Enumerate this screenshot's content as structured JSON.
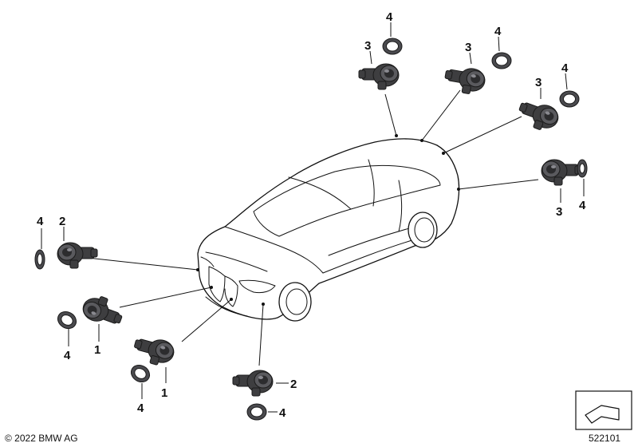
{
  "diagram": {
    "callouts": {
      "rear_sensor_left": "3",
      "rear_sensor_left_ring": "4",
      "rear_sensor_mid": "3",
      "rear_sensor_mid_ring": "4",
      "rear_sensor_right": "3",
      "rear_sensor_right_ring": "4",
      "rear_sensor_side": "3",
      "rear_sensor_side_ring": "4",
      "front_side_sensor": "2",
      "front_side_sensor_ring": "4",
      "front_sensor_a": "1",
      "front_sensor_a_ring": "4",
      "front_sensor_b": "1",
      "front_sensor_b_ring": "4",
      "front_sensor_c": "2",
      "front_sensor_c_ring": "4"
    },
    "copyright": "© 2022 BMW AG",
    "diagram_number": "522101"
  }
}
